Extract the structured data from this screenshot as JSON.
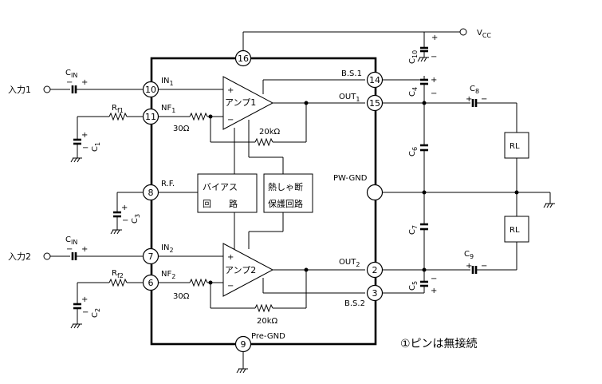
{
  "colors": {
    "line": "#000000",
    "background": "#ffffff"
  },
  "pins": {
    "p1": "10",
    "p2": "11",
    "p3": "8",
    "p4": "7",
    "p5": "6",
    "p6": "16",
    "p7": "14",
    "p8": "15",
    "p9": "2",
    "p10": "3",
    "p11": "9"
  },
  "inputs": {
    "in1": "入力1",
    "in2": "入力2"
  },
  "ic_labels": {
    "in_1": "IN",
    "in_1_sub": "1",
    "nf_1": "NF",
    "nf_1_sub": "1",
    "rf": "R.F.",
    "in_2": "IN",
    "in_2_sub": "2",
    "nf_2": "NF",
    "nf_2_sub": "2",
    "bs_1": "B.S.1",
    "out_1": "OUT",
    "out_1_sub": "1",
    "pw_gnd": "PW-GND",
    "out_2": "OUT",
    "out_2_sub": "2",
    "bs_2": "B.S.2",
    "pre_gnd": "Pre-GND"
  },
  "blocks": {
    "amp1": "アンプ1",
    "amp2": "アンプ2",
    "bias_l1": "バイアス",
    "bias_l2": "回　　路",
    "thermal_l1": "熱しゃ断",
    "thermal_l2": "保護回路"
  },
  "components": {
    "cin": "C",
    "cin_sub": "IN",
    "rf1": "R",
    "rf1_sub": "f1",
    "rf2": "R",
    "rf2_sub": "f2",
    "r30_1": "30Ω",
    "r30_2": "30Ω",
    "r20k_1": "20kΩ",
    "r20k_2": "20kΩ",
    "c1": "C",
    "c1_sub": "1",
    "c2": "C",
    "c2_sub": "2",
    "c3": "C",
    "c3_sub": "3",
    "c4": "C",
    "c4_sub": "4",
    "c5": "C",
    "c5_sub": "5",
    "c6": "C",
    "c6_sub": "6",
    "c7": "C",
    "c7_sub": "7",
    "c8": "C",
    "c8_sub": "8",
    "c9": "C",
    "c9_sub": "9",
    "c10": "C",
    "c10_sub": "10",
    "rl1": "RL",
    "rl2": "RL",
    "vcc": "V",
    "vcc_sub": "CC"
  },
  "signs": {
    "plus": "+",
    "minus": "−"
  },
  "note": "①ピンは無接続"
}
